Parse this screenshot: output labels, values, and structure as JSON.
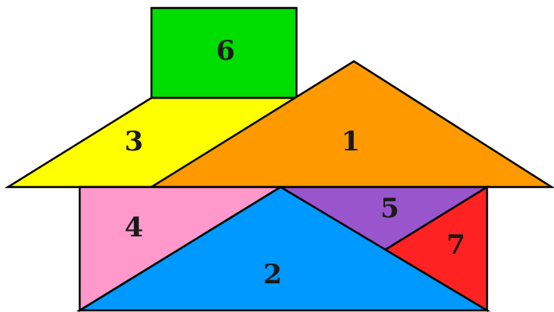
{
  "pieces": [
    {
      "id": "1",
      "label": "1",
      "shape": "large triangle (roof)",
      "color": "#FF9900"
    },
    {
      "id": "2",
      "label": "2",
      "shape": "large triangle (base)",
      "color": "#0099FF"
    },
    {
      "id": "3",
      "label": "3",
      "shape": "parallelogram",
      "color": "#FFFF00"
    },
    {
      "id": "4",
      "label": "4",
      "shape": "medium triangle",
      "color": "#FF99CC"
    },
    {
      "id": "5",
      "label": "5",
      "shape": "small triangle",
      "color": "#9955CC"
    },
    {
      "id": "6",
      "label": "6",
      "shape": "square (chimney)",
      "color": "#00DD00"
    },
    {
      "id": "7",
      "label": "7",
      "shape": "small triangle",
      "color": "#FF2222"
    }
  ]
}
